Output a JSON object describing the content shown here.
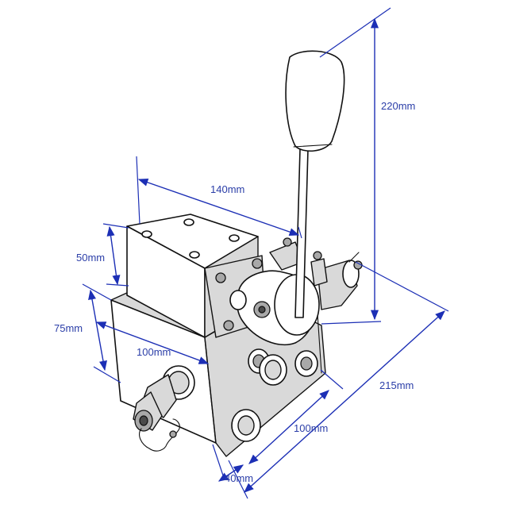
{
  "dimensions": {
    "lever_height": "220mm",
    "valve_length": "140mm",
    "valve_height": "50mm",
    "block_height": "75mm",
    "block_width": "100mm",
    "total_length": "215mm",
    "block_depth": "100mm",
    "port_offset": "40mm"
  },
  "colors": {
    "dimension": "#1c2fb5",
    "outline": "#111111"
  }
}
